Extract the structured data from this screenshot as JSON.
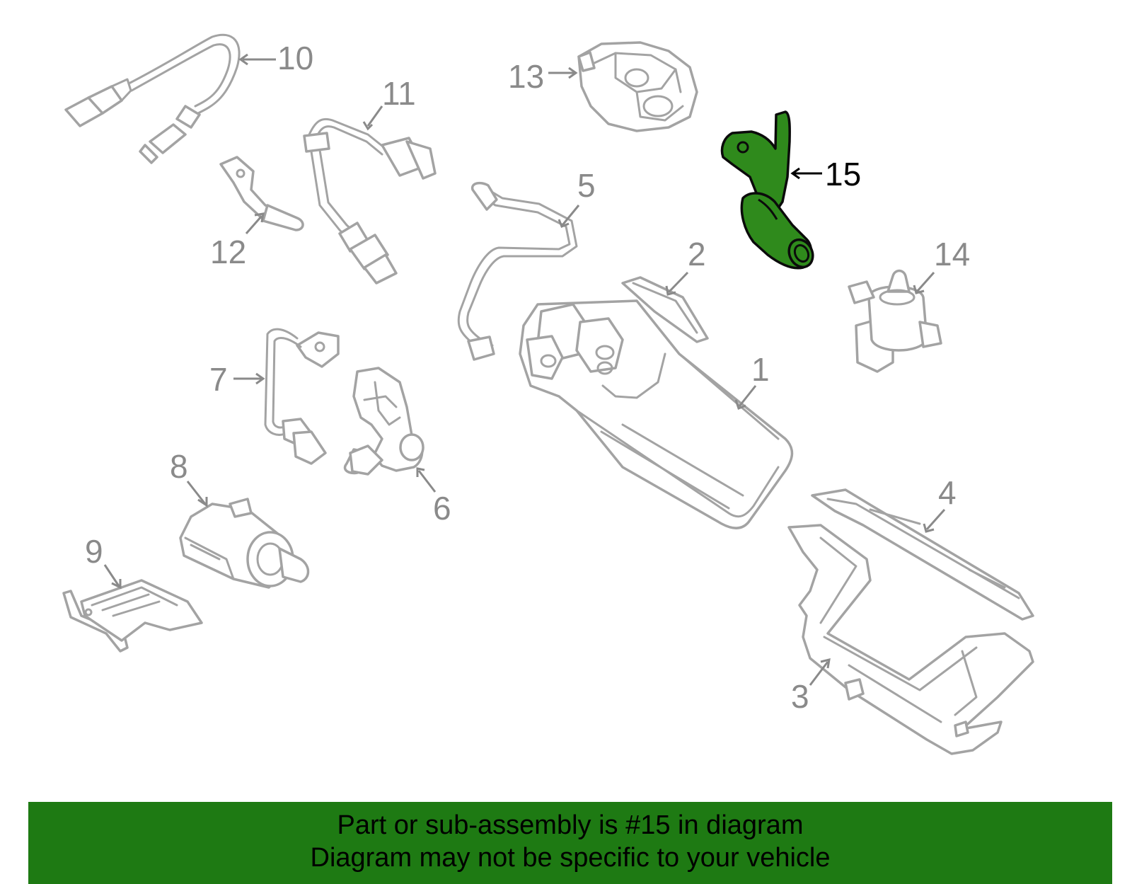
{
  "diagram": {
    "callouts": [
      "1",
      "2",
      "3",
      "4",
      "5",
      "6",
      "7",
      "8",
      "9",
      "10",
      "11",
      "12",
      "13",
      "14",
      "15"
    ],
    "highlighted_callout": "15",
    "colors": {
      "outline": "#a3a3a3",
      "callout_text": "#8a8a8a",
      "highlight_fill": "#2f8a1c",
      "banner_background": "#1e7a13"
    }
  },
  "banner": {
    "line1": "Part or sub-assembly is #15 in diagram",
    "line2": "Diagram may not be specific to your vehicle"
  }
}
